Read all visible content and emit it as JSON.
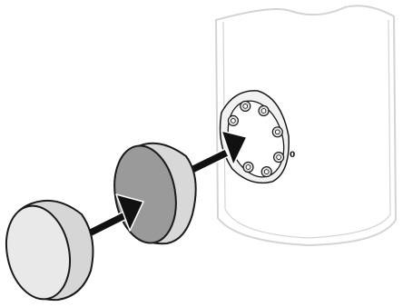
{
  "illustration": {
    "dial_marking": "0",
    "bolt_count": 8,
    "parts": [
      "cylindrical-housing",
      "mounting-plate",
      "disc-gray",
      "disc-light",
      "arrow-disc-to-disc",
      "arrow-disc-to-plate"
    ]
  },
  "colors": {
    "outline": "#1a1a1a",
    "housing_fill": "#ffffff",
    "housing_stroke": "#d4d4d4",
    "plate_fill": "#f2f2f2",
    "bolt_fill": "#e2e2e2",
    "disc_gray_face": "#9a9a9a",
    "disc_gray_side": "#d8d8d8",
    "disc_light_face": "#e9e9e9",
    "disc_light_side": "#d6d6d6",
    "arrow": "#111111"
  }
}
